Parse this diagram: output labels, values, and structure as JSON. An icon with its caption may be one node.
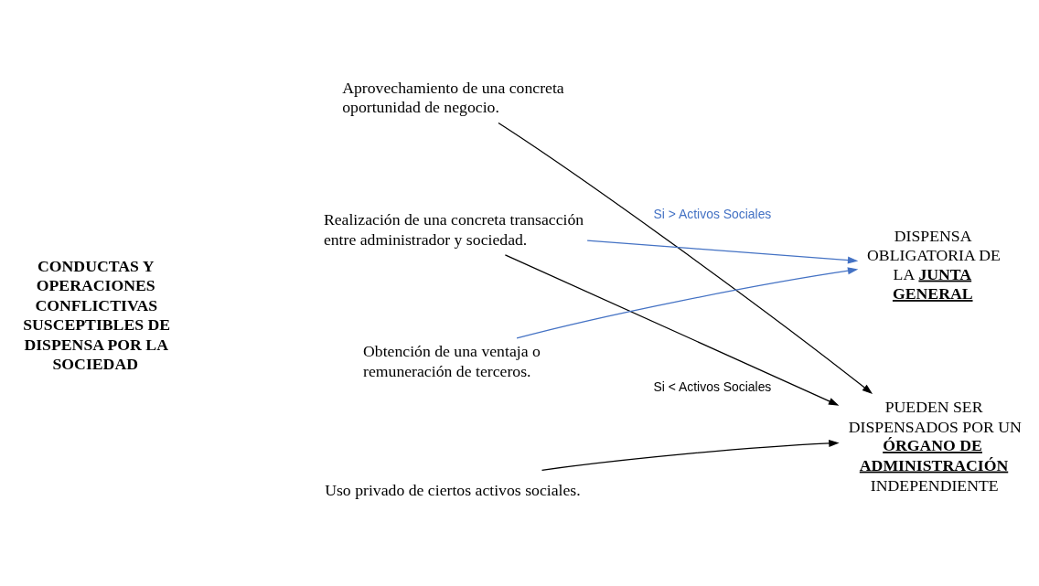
{
  "diagram": {
    "nodes": [
      {
        "text": [
          "CONDUCTAS Y OPERACIONES CONFLICTIVAS SUSCEPTIBLES DE DISPENSA POR LA SOCIEDAD"
        ]
      },
      {
        "text": [
          "Aprovechamiento de una concreta oportunidad de negocio."
        ]
      },
      {
        "text": [
          "Realización de una concreta transacción entre administrador y sociedad."
        ]
      },
      {
        "text": [
          "Obtención de una ventaja o remuneración de terceros."
        ]
      },
      {
        "text": [
          "Uso privado de ciertos activos sociales."
        ]
      },
      {
        "text": [
          "DISPENSA OBLIGATORIA DE LA **JUNTA GENERAL**"
        ]
      },
      {
        "text": [
          "PUEDEN SER DISPENSADOS POR UN **ÓRGANO DE ADMINISTRACIÓN** INDEPENDIENTE"
        ]
      }
    ],
    "edges": [
      {
        "from": 1,
        "to": 6,
        "arrow": "to"
      },
      {
        "from": 2,
        "to": 5,
        "arrow": "to",
        "label": "Si > Activos Sociales",
        "color": "#4472c4"
      },
      {
        "from": 2,
        "to": 6,
        "arrow": "to",
        "label": "Si < Activos Sociales"
      },
      {
        "from": 3,
        "to": 5,
        "arrow": "to",
        "color": "#4472c4"
      },
      {
        "from": 4,
        "to": 6,
        "arrow": "to"
      }
    ]
  }
}
